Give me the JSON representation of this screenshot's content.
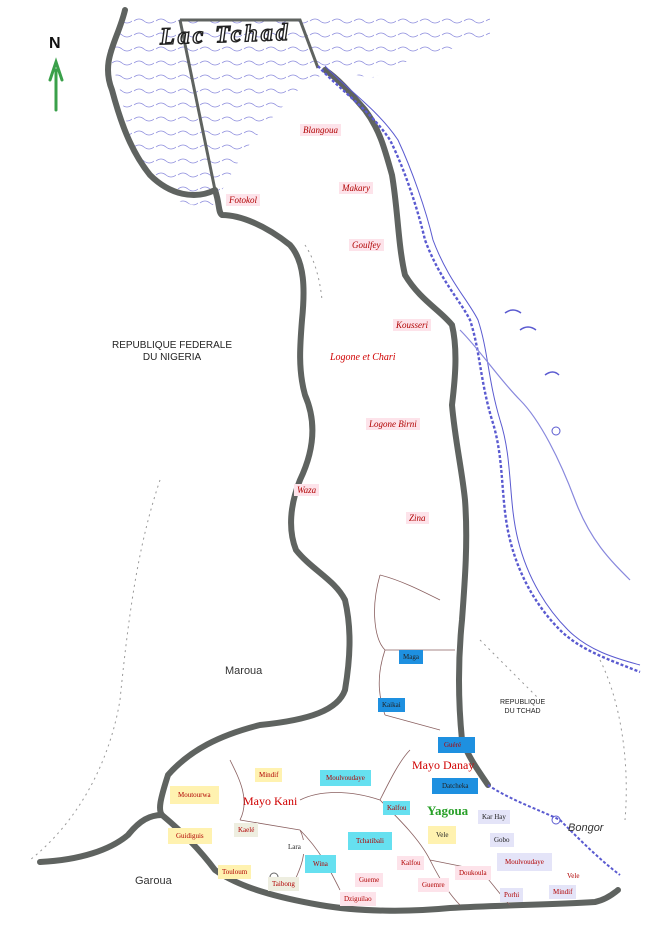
{
  "north_label": "N",
  "lake_label": "Lac Tchad",
  "countries": {
    "nigeria_line1": "REPUBLIQUE FEDERALE",
    "nigeria_line2": "DU NIGERIA",
    "chad_line1": "REPUBLIQUE",
    "chad_line2": "DU TCHAD"
  },
  "regions": {
    "logone_chari": "Logone et Chari",
    "mayo_kani": "Mayo Kani",
    "mayo_danay": "Mayo Danay",
    "yagoua": "Yagoua"
  },
  "cities": {
    "maroua": "Maroua",
    "garoua": "Garoua",
    "bongor": "Bongor"
  },
  "commune_labels": {
    "blangoua": "Blangoua",
    "fotokol": "Fotokol",
    "makary": "Makary",
    "goulfey": "Goulfey",
    "kousseri": "Kousseri",
    "logone_birni": "Logone Birni",
    "waza": "Waza",
    "zina": "Zina"
  },
  "commune_boxes": {
    "maga": "Maga",
    "kaikai": "Kaikai",
    "guere": "Guéré",
    "datcheka": "Datcheka",
    "kalfou": "Kalfou",
    "moulvoudaye": "Moulvoudaye",
    "moutourwa": "Moutourwa",
    "mindif": "Mindif",
    "guidiguis": "Guidiguis",
    "kaele": "Kaelé",
    "touloum": "Touloum",
    "taibong": "Taibong",
    "kar_hay": "Kar Hay",
    "gobo": "Gobo",
    "lara": "Lara",
    "vele": "Vele",
    "tchatibali": "Tchatibali",
    "wina": "Wina",
    "kalfou2": "Kalfou",
    "gueme": "Gueme",
    "doukoula": "Doukoula",
    "guemre": "Guemre",
    "dziguilao": "Dziguilao",
    "moulvoudaye2": "Moulvoudaye",
    "porhi": "Porhi",
    "mindif2": "Mindif",
    "vele2": "Vele"
  },
  "colors": {
    "border": "#5f6360",
    "water": "#4d4dcc",
    "commune_pink": "#fde3ea",
    "commune_blue": "#1e90e0",
    "commune_cyan": "#66e0f0",
    "commune_yellow": "#fff2b0",
    "commune_lavender": "#e4e4f8",
    "north_arrow": "#3aa04a"
  }
}
